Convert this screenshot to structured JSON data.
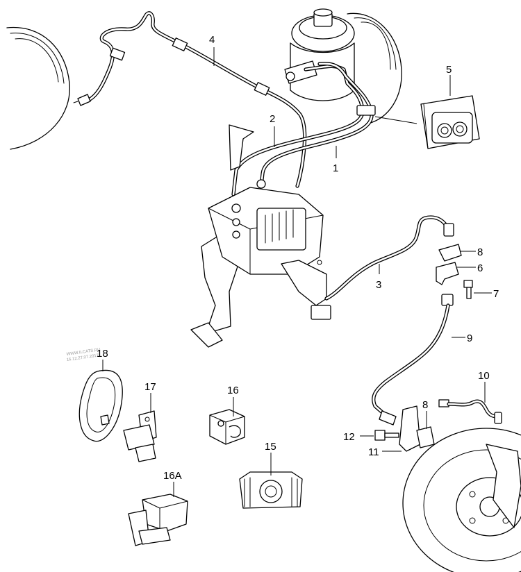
{
  "watermark": {
    "line1": "WWW.ILCATS.RU",
    "line2": "16.12.27.07.2017"
  },
  "callouts": [
    {
      "id": "c1",
      "label": "1"
    },
    {
      "id": "c2",
      "label": "2"
    },
    {
      "id": "c3",
      "label": "3"
    },
    {
      "id": "c4",
      "label": "4"
    },
    {
      "id": "c5",
      "label": "5"
    },
    {
      "id": "c6",
      "label": "6"
    },
    {
      "id": "c7",
      "label": "7"
    },
    {
      "id": "c8a",
      "label": "8"
    },
    {
      "id": "c8b",
      "label": "8"
    },
    {
      "id": "c9",
      "label": "9"
    },
    {
      "id": "c10",
      "label": "10"
    },
    {
      "id": "c11",
      "label": "11"
    },
    {
      "id": "c12",
      "label": "12"
    },
    {
      "id": "c15",
      "label": "15"
    },
    {
      "id": "c16",
      "label": "16"
    },
    {
      "id": "c16a",
      "label": "16A"
    },
    {
      "id": "c17",
      "label": "17"
    },
    {
      "id": "c18",
      "label": "18"
    }
  ]
}
